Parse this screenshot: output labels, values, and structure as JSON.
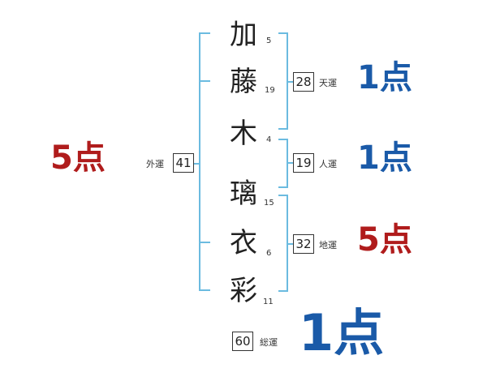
{
  "name_chars": [
    {
      "char": "加",
      "strokes": "5"
    },
    {
      "char": "藤",
      "strokes": "19"
    },
    {
      "char": "木",
      "strokes": "4"
    },
    {
      "char": "璃",
      "strokes": "15"
    },
    {
      "char": "衣",
      "strokes": "6"
    },
    {
      "char": "彩",
      "strokes": "11"
    }
  ],
  "outer": {
    "label": "外運",
    "value": "41",
    "score": "5点"
  },
  "fortunes": [
    {
      "key": "ten",
      "label": "天運",
      "value": "28",
      "score": "1点"
    },
    {
      "key": "jin",
      "label": "人運",
      "value": "19",
      "score": "1点"
    },
    {
      "key": "chi",
      "label": "地運",
      "value": "32",
      "score": "5点"
    }
  ],
  "total": {
    "label": "総運",
    "value": "60",
    "score": "1点"
  },
  "colors": {
    "bracket": "#6bbbe0",
    "score_blue": "#1a5aa8",
    "score_red": "#b01c1c"
  }
}
